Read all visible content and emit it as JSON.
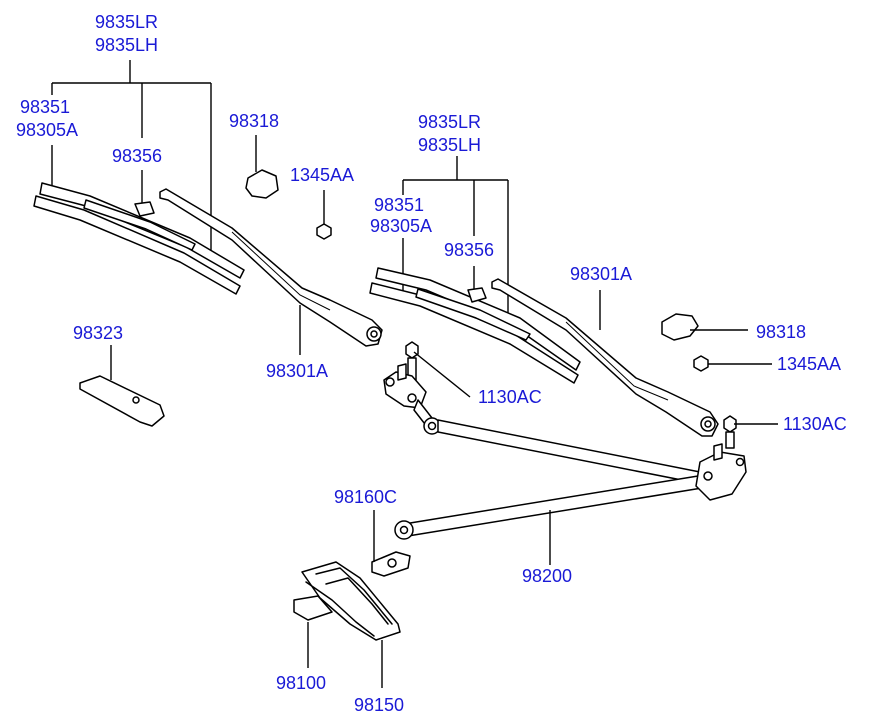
{
  "labels": {
    "blade_left_top_1": "9835LR",
    "blade_left_top_2": "9835LH",
    "refill_left_1": "98351",
    "refill_left_2": "98305A",
    "clip_left": "98356",
    "cap_left": "98318",
    "nut_left": "1345AA",
    "bracket": "98323",
    "arm_left": "98301A",
    "blade_right_top_1": "9835LR",
    "blade_right_top_2": "9835LH",
    "refill_right_1": "98351",
    "refill_right_2": "98305A",
    "clip_right": "98356",
    "arm_right": "98301A",
    "cap_right": "98318",
    "nut_right": "1345AA",
    "bolt_left": "1130AC",
    "bolt_right": "1130AC",
    "washer": "98160C",
    "linkage": "98200",
    "motor": "98100",
    "motor_cover": "98150"
  }
}
